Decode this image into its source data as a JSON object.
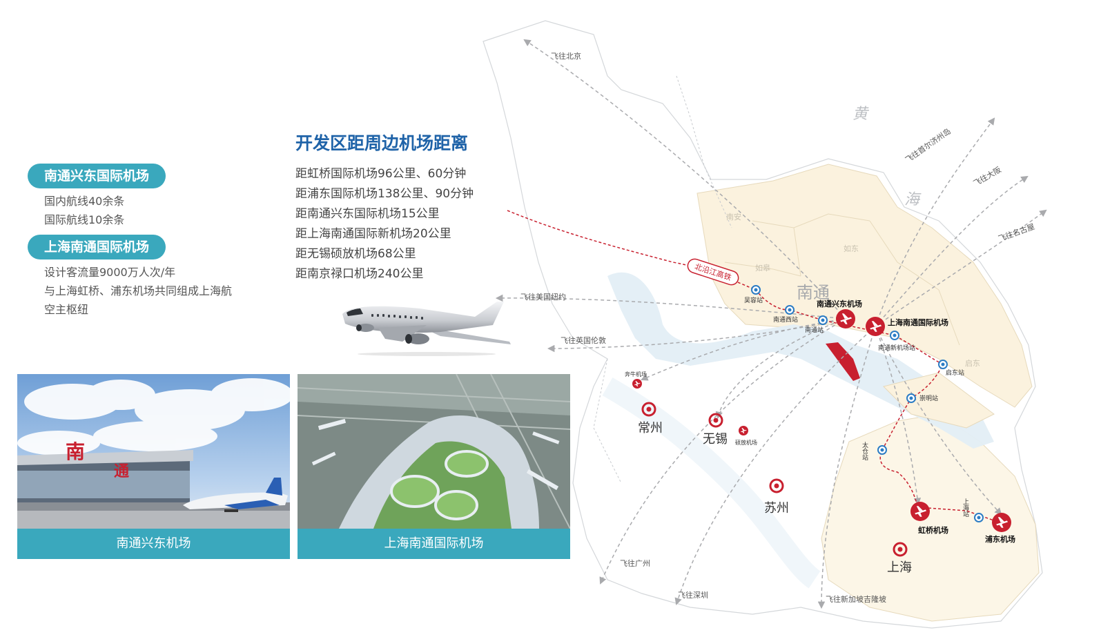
{
  "left_info": {
    "xingdong": {
      "name": "南通兴东国际机场",
      "lines": [
        "国内航线40余条",
        "国际航线10余条"
      ]
    },
    "new_airport": {
      "name": "上海南通国际机场",
      "lines": [
        "设计客流量9000万人次/年",
        "与上海虹桥、浦东机场共同组成上海航",
        "空主枢纽"
      ]
    }
  },
  "distances": {
    "title": "开发区距周边机场距离",
    "items": [
      "距虹桥国际机场96公里、60分钟",
      "距浦东国际机场138公里、90分钟",
      "距南通兴东国际机场15公里",
      "距上海南通国际新机场20公里",
      "距无锡硕放机场68公里",
      "距南京禄口机场240公里"
    ]
  },
  "photos": [
    {
      "caption": "南通兴东机场",
      "sign_chars": [
        "南",
        "通"
      ]
    },
    {
      "caption": "上海南通国际机场"
    }
  ],
  "map": {
    "sea_label": [
      "黄",
      "海"
    ],
    "destinations": [
      "飞往北京",
      "飞往首尔济州岛",
      "飞往大阪",
      "飞往名古屋",
      "飞往美国纽约",
      "飞往英国伦敦",
      "飞往广州",
      "飞往深圳",
      "飞往新加坡吉隆坡"
    ],
    "rail_label": "北沿江高铁",
    "region_label": "南通",
    "faint_labels": [
      "南安",
      "如皋",
      "如东",
      "启东"
    ],
    "stations": [
      "吴容站",
      "南通西站",
      "南通站",
      "南通新机场站",
      "启东站",
      "崇明站",
      "太仓站",
      "上海站"
    ],
    "airports": [
      "南通兴东机场",
      "上海南通国际机场",
      "奔牛机场",
      "硕放机场",
      "虹桥机场",
      "浦东机场"
    ],
    "cities": [
      "常州",
      "无锡",
      "苏州",
      "上海"
    ]
  },
  "colors": {
    "accent_teal": "#3aa8bd",
    "title_blue": "#1f63a8",
    "airport_red": "#c8202f",
    "land": "#fbf2de",
    "river": "#e3eef6",
    "route_grey": "#a9aaad"
  }
}
